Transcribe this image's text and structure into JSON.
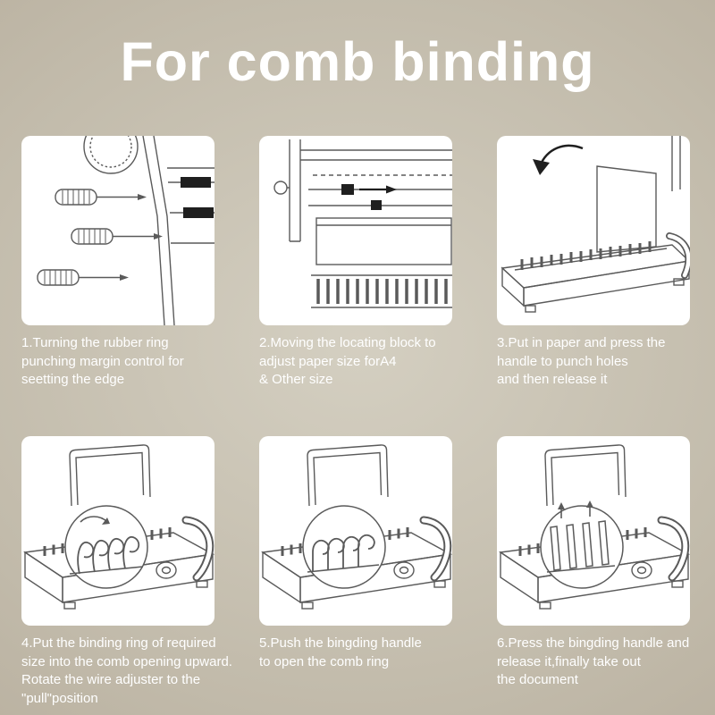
{
  "title": "For comb binding",
  "steps": [
    {
      "illustration": "margin-control-knobs",
      "caption": "1.Turning the rubber ring\npunching margin control for\nseetting the edge"
    },
    {
      "illustration": "locating-block",
      "caption": "2.Moving the locating block to\nadjust paper size forA4\n& Other size"
    },
    {
      "illustration": "punch-paper",
      "caption": "3.Put in paper and press the\nhandle to punch holes\nand then release it"
    },
    {
      "illustration": "insert-binding-ring",
      "caption": "4.Put the binding ring of required\nsize into the comb opening upward.\nRotate the wire adjuster to the\n\"pull\"position"
    },
    {
      "illustration": "open-comb-ring",
      "caption": "5.Push the bingding handle\nto open the comb ring"
    },
    {
      "illustration": "take-out-document",
      "caption": "6.Press the bingding handle and\nrelease it,finally take out\nthe document"
    }
  ],
  "colors": {
    "background_center": "#d4cfc1",
    "background_edge": "#ab9f8d",
    "panel": "#ffffff",
    "line_art": "#5a5a5a",
    "black_accent": "#1f1f1f",
    "text": "#ffffff"
  }
}
